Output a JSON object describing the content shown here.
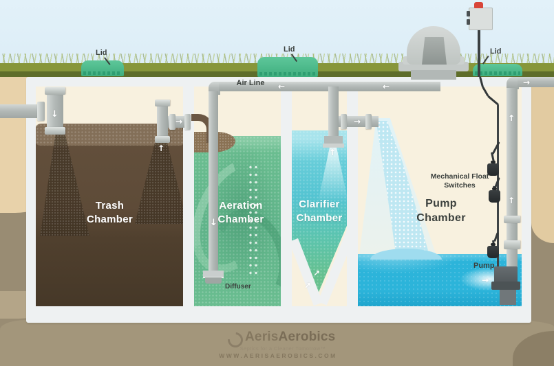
{
  "diagram": {
    "lids": [
      "Lid",
      "Lid",
      "Lid"
    ],
    "air_line_label": "Air Line",
    "chambers": [
      {
        "name": "Trash Chamber"
      },
      {
        "name": "Aeration Chamber"
      },
      {
        "name": "Clarifier Chamber"
      },
      {
        "name": "Pump Chamber"
      }
    ],
    "equipment": {
      "diffuser_label": "Diffuser",
      "float_switches_label": "Mechanical Float Switches",
      "pump_label": "Pump"
    }
  },
  "icons": {
    "arrow_down": "↓",
    "arrow_up": "↑",
    "arrow_left": "←",
    "arrow_right": "→",
    "arrow_up_right": "↗"
  },
  "branding": {
    "name_part1": "Aeris",
    "name_part2": "Aerobics",
    "tagline": "Septics for a Cleaner Tomorrow™",
    "website": "WWW.AERISAEROBICS.COM"
  },
  "colors": {
    "sky": "#dcedf6",
    "grass": "#87963a",
    "lid_green": "#4ebd8d",
    "trash_brown": "#5e4b38",
    "aeration_green": "#5fb389",
    "clarifier_teal": "#54c4d2",
    "pump_water_blue": "#2cb4da",
    "tank_shell": "#eef1f2",
    "tank_interior": "#f8f1df",
    "alarm_red": "#d8463a",
    "label_dark": "#3b403d"
  }
}
